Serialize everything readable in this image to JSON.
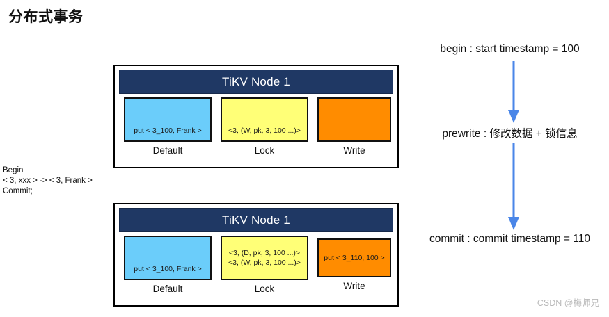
{
  "page": {
    "title": "分布式事务",
    "watermark": "CSDN @梅师兄",
    "background": "#ffffff"
  },
  "colors": {
    "node_header_bg": "#1f3864",
    "default_cf": "#6bcdfa",
    "lock_cf": "#ffff77",
    "write_cf": "#ff8c00",
    "arrow": "#4a86e8",
    "watermark_text": "#b9b9b9"
  },
  "sql": {
    "lines": [
      "Begin",
      "< 3,  xxx > -> < 3,  Frank >",
      "Commit;"
    ]
  },
  "nodes": [
    {
      "header": "TiKV Node 1",
      "columns": [
        {
          "label": "Default",
          "color": "#6bcdfa",
          "lines": [
            "put < 3_100, Frank >"
          ]
        },
        {
          "label": "Lock",
          "color": "#ffff77",
          "lines": [
            "<3, (W, pk, 3, 100 ...)>"
          ]
        },
        {
          "label": "Write",
          "color": "#ff8c00",
          "lines": [
            ""
          ]
        }
      ]
    },
    {
      "header": "TiKV Node 1",
      "columns": [
        {
          "label": "Default",
          "color": "#6bcdfa",
          "lines": [
            "put < 3_100, Frank >"
          ]
        },
        {
          "label": "Lock",
          "color": "#ffff77",
          "lines": [
            "<3, (D, pk, 3, 100 ...)>",
            "<3, (W, pk, 3, 100 ...)>"
          ]
        },
        {
          "label": "Write",
          "color": "#ff8c00",
          "lines": [
            "put < 3_110, 100 >"
          ]
        }
      ]
    }
  ],
  "timeline": {
    "steps": [
      {
        "label": "begin : start timestamp = 100"
      },
      {
        "label": "prewrite : 修改数据 + 锁信息"
      },
      {
        "label": "commit : commit timestamp = 110"
      }
    ],
    "arrow_icon": "arrow-down-icon"
  }
}
